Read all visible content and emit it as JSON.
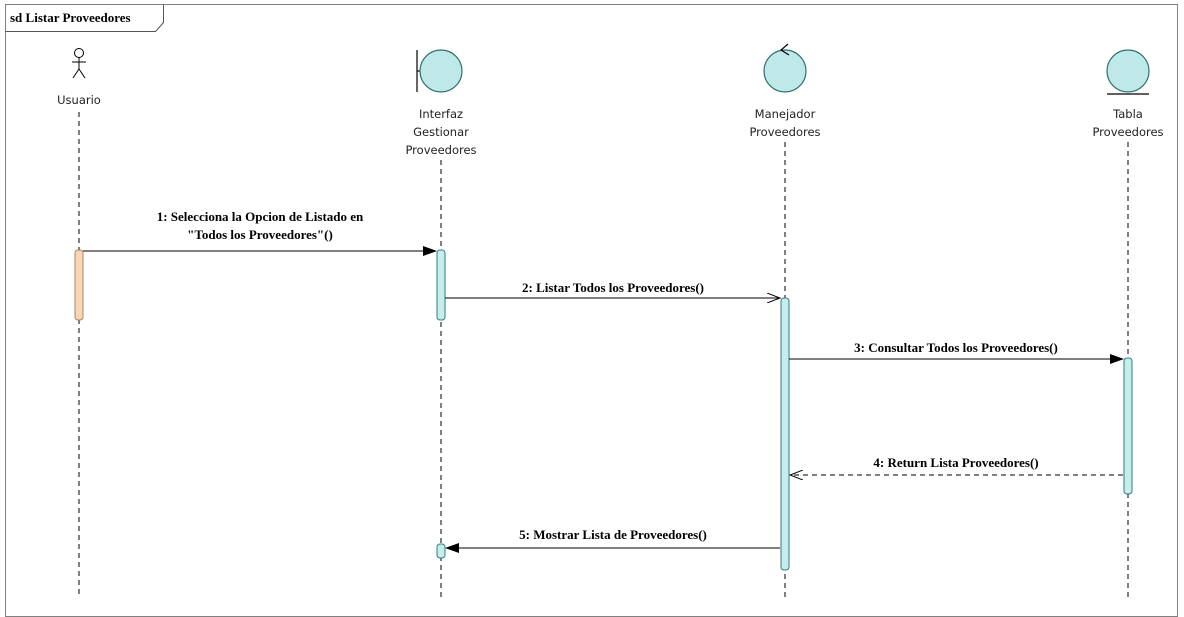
{
  "frame": {
    "title": "sd Listar Proveedores"
  },
  "colors": {
    "line": "#000000",
    "frame_border": "#808080",
    "shape_fill": "#bfe9e8",
    "shape_stroke": "#2f6e6d",
    "activation_fill": "#c6ecec",
    "activation_stroke": "#2f7f7d",
    "actor_activation_fill": "#f6d6b8",
    "actor_activation_stroke": "#b5835a"
  },
  "participants": [
    {
      "id": "usuario",
      "kind": "actor",
      "label_lines": [
        "Usuario"
      ],
      "icon": "actor-stick-figure-icon"
    },
    {
      "id": "interfaz",
      "kind": "boundary",
      "label_lines": [
        "Interfaz",
        "Gestionar",
        "Proveedores"
      ],
      "icon": "boundary-icon"
    },
    {
      "id": "manejador",
      "kind": "control",
      "label_lines": [
        "Manejador",
        "Proveedores"
      ],
      "icon": "control-icon"
    },
    {
      "id": "tabla",
      "kind": "entity",
      "label_lines": [
        "Tabla",
        "Proveedores"
      ],
      "icon": "entity-icon"
    }
  ],
  "messages": [
    {
      "num": 1,
      "from": "usuario",
      "to": "interfaz",
      "type": "sync",
      "label_lines": [
        "1: Selecciona la Opcion de Listado en",
        "\"Todos los Proveedores\"()"
      ]
    },
    {
      "num": 2,
      "from": "interfaz",
      "to": "manejador",
      "type": "async",
      "label_lines": [
        "2: Listar Todos los Proveedores()"
      ]
    },
    {
      "num": 3,
      "from": "manejador",
      "to": "tabla",
      "type": "sync",
      "label_lines": [
        "3: Consultar Todos los Proveedores()"
      ]
    },
    {
      "num": 4,
      "from": "tabla",
      "to": "manejador",
      "type": "return",
      "label_lines": [
        "4: Return Lista Proveedores()"
      ]
    },
    {
      "num": 5,
      "from": "manejador",
      "to": "interfaz",
      "type": "sync",
      "label_lines": [
        "5: Mostrar Lista de Proveedores()"
      ]
    }
  ]
}
